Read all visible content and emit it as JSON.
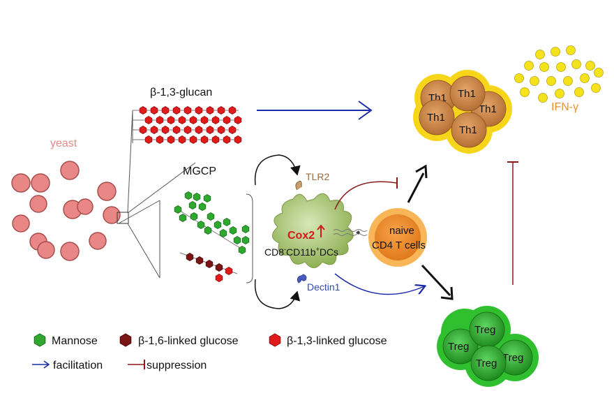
{
  "labels": {
    "yeast": "yeast",
    "glucan": "β-1,3-glucan",
    "mgcp": "MGCP",
    "tlr2": "TLR2",
    "dectin1": "Dectin1",
    "cox2": "Cox2",
    "dc_prefix": "CD8",
    "dc_mid": "CD11b",
    "dc_suffix": "DCs",
    "minus": "-",
    "plus": "+",
    "naive_line1": "naive",
    "naive_line2": "CD4 T cells",
    "th1": "Th1",
    "treg": "Treg",
    "ifng": "IFN-γ"
  },
  "legend": {
    "mannose": "Mannose",
    "b16": "β-1,6-linked glucose",
    "b13": "β-1,3-linked glucose",
    "facilitation": "facilitation",
    "suppression": "suppression"
  },
  "colors": {
    "yeast": "#e98787",
    "mannose": "#2fa82f",
    "b16": "#7b1414",
    "b13": "#e11b1b",
    "blue_arrow": "#1c2aa8",
    "suppress": "#8c1a1a",
    "th1_ring": "#f7d51b",
    "th1_core": "#c9874a",
    "treg_ring": "#2fbf2f",
    "treg_core": "#2a9a2a",
    "ifn_dot": "#f4e21c",
    "naive_ring": "#f7a93b",
    "naive_core": "#ef8a2a",
    "dc_body": "#a6c56e",
    "cox2": "#d21a1a",
    "ifng_text": "#e39234",
    "tlr2_text": "#9a6b3f",
    "dectin_text": "#3349b3"
  },
  "icons": [
    "mannose-hexagon-icon",
    "b16-glucose-hexagon-icon",
    "b13-glucose-hexagon-icon",
    "facilitation-arrow-icon",
    "suppression-bar-icon"
  ]
}
